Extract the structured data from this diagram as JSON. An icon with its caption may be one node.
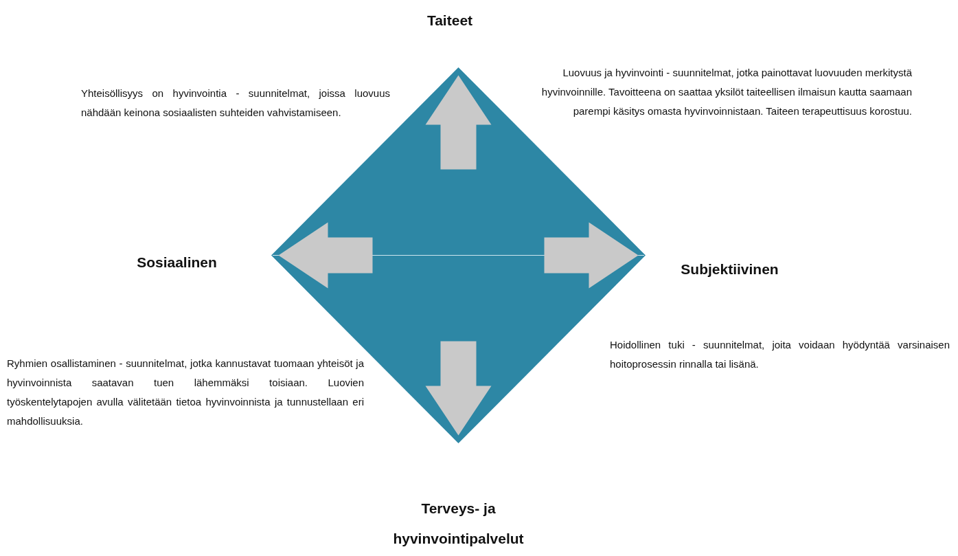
{
  "diagram": {
    "nodes": [
      {
        "text": [],
        "shape": "diamond"
      }
    ],
    "labels": [
      "Taiteet",
      "Yhteisöllisyys on hyvinvointia - suunnitelmat, joissa luovuus nähdään keinona sosiaalisten suhteiden vahvistamiseen.",
      "Luovuus ja hyvinvointi - suunnitelmat, jotka painottavat luovuuden merkitystä hyvinvoinnille. Tavoitteena on saattaa yksilöt taiteellisen ilmaisun kautta saamaan parempi käsitys omasta hyvinvoinnistaan. Taiteen terapeuttisuus korostuu.",
      "Sosiaalinen",
      "Subjektiivinen",
      "Hoidollinen tuki - suunnitelmat, joita voidaan hyödyntää varsinaisen hoitoprosessin rinnalla tai lisänä.",
      "Ryhmien osallistaminen - suunnitelmat, jotka kannustavat tuomaan yhteisöt ja hyvinvoinnista saatavan tuen lähemmäksi toisiaan. Luovien työskentelytapojen avulla välitetään tietoa hyvinvoinnista ja tunnustellaan eri mahdollisuuksia.",
      "Terveys- ja hyvinvointipalvelut"
    ]
  }
}
